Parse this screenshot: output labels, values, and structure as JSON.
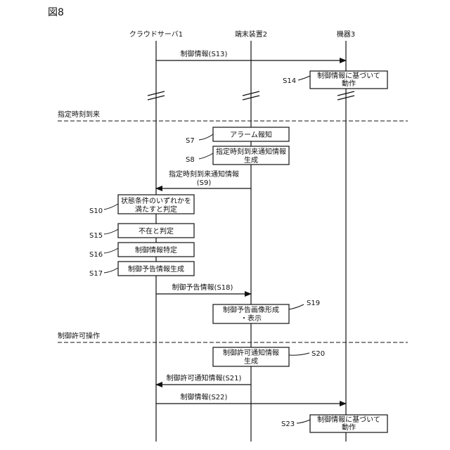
{
  "figure_label": "図8",
  "lanes": [
    {
      "id": "cloud",
      "label": "クラウドサーバ1"
    },
    {
      "id": "terminal",
      "label": "端末装置2"
    },
    {
      "id": "device",
      "label": "機器3"
    }
  ],
  "sections": [
    {
      "id": "designated-time",
      "label": "指定時刻到来"
    },
    {
      "id": "control-permission",
      "label": "制御許可操作"
    }
  ],
  "messages": [
    {
      "id": "s13",
      "lines": [
        "制御情報(S13)"
      ]
    },
    {
      "id": "s9",
      "lines": [
        "指定時刻到来通知情報",
        "(S9)"
      ]
    },
    {
      "id": "s18",
      "lines": [
        "制御予告情報(S18)"
      ]
    },
    {
      "id": "s21",
      "lines": [
        "制御許可通知情報(S21)"
      ]
    },
    {
      "id": "s22",
      "lines": [
        "制御情報(S22)"
      ]
    }
  ],
  "processes": [
    {
      "id": "s14",
      "step": "S14",
      "lines": [
        "制御情報に基づいて",
        "動作"
      ]
    },
    {
      "id": "s7",
      "step": "S7",
      "lines": [
        "アラーム報知"
      ]
    },
    {
      "id": "s8",
      "step": "S8",
      "lines": [
        "指定時刻到来通知情報",
        "生成"
      ]
    },
    {
      "id": "s10",
      "step": "S10",
      "lines": [
        "状態条件のいずれかを",
        "満たすと判定"
      ]
    },
    {
      "id": "s15",
      "step": "S15",
      "lines": [
        "不在と判定"
      ]
    },
    {
      "id": "s16",
      "step": "S16",
      "lines": [
        "制御情報特定"
      ]
    },
    {
      "id": "s17",
      "step": "S17",
      "lines": [
        "制御予告情報生成"
      ]
    },
    {
      "id": "s19",
      "step": "S19",
      "lines": [
        "制御予告画像形成",
        "・表示"
      ]
    },
    {
      "id": "s20",
      "step": "S20",
      "lines": [
        "制御許可通知情報",
        "生成"
      ]
    },
    {
      "id": "s23",
      "step": "S23",
      "lines": [
        "制御情報に基づいて",
        "動作"
      ]
    }
  ]
}
